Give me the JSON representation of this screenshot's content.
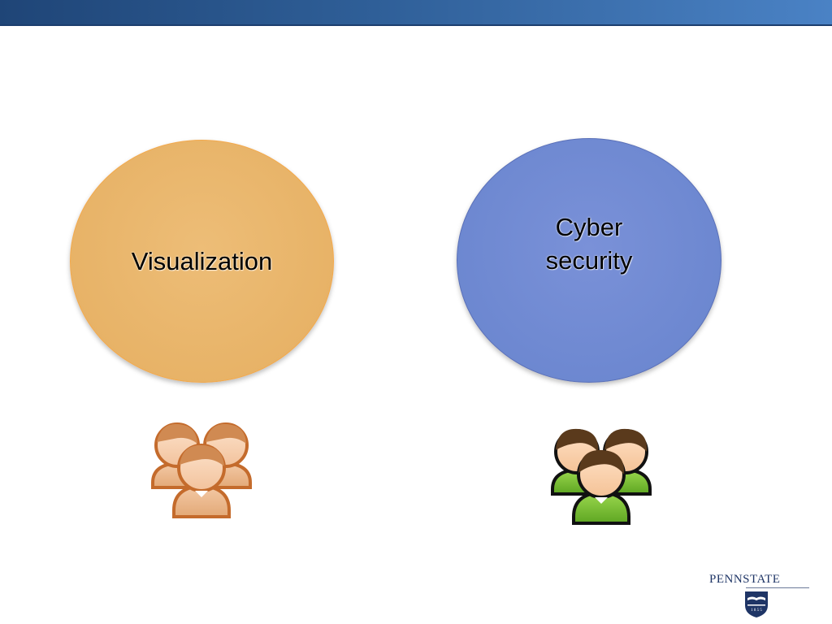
{
  "slide": {
    "topics": [
      {
        "id": "visualization",
        "lines": [
          "Visualization"
        ],
        "fill": "#e7b266",
        "icon": "user-group-orange-icon"
      },
      {
        "id": "cyber-security",
        "lines": [
          "Cyber",
          "security"
        ],
        "fill": "#6c87d0",
        "icon": "user-group-green-icon"
      }
    ]
  },
  "colors": {
    "header_band": "#2f5f98",
    "orange_group": "#e9a167",
    "green_group": "#7fc33a"
  },
  "logo": {
    "name": "PENNSTATE",
    "icon": "penn-state-shield-logo"
  }
}
